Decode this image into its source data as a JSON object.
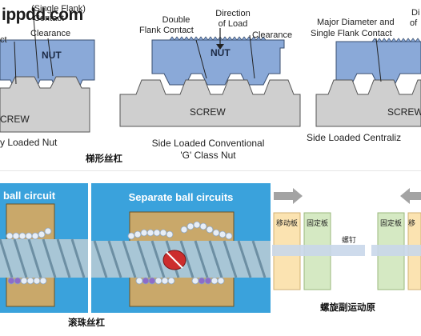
{
  "watermark": "ippdd.com",
  "trapezoid": {
    "panel1": {
      "labels": [
        "(Single Flank)",
        "Contact",
        "Clearance",
        "ct"
      ],
      "nut": "NUT",
      "screw": "CREW",
      "caption": "y Loaded Nut"
    },
    "panel2": {
      "labels": [
        "Double",
        "Flank Contact",
        "Direction",
        "of Load",
        "Clearance"
      ],
      "nut": "NUT",
      "screw": "SCREW",
      "caption_line1": "Side Loaded Conventional",
      "caption_line2": "'G' Class Nut"
    },
    "panel3": {
      "labels": [
        "Major Diameter and",
        "Single Flank Contact",
        "Di",
        "of"
      ],
      "screw": "SCREW",
      "caption": "Side Loaded Centraliz"
    },
    "section_title": "梯形丝杠"
  },
  "ballscrew": {
    "panel1_title": "ball circuit",
    "panel2_title": "Separate ball circuits",
    "section_title": "滚珠丝杠"
  },
  "motion": {
    "left_group": {
      "moving_plate": "移动板",
      "fixed_plate": "固定板",
      "screw": "螺钉"
    },
    "right_group": {
      "fixed_plate": "固定板",
      "moving_plate": "移"
    },
    "section_title": "螺旋副运动原"
  },
  "colors": {
    "nut": "#8aa9d8",
    "screw": "#cfcfcf",
    "ball_panel": "#3aa2dc",
    "moving_plate": "#fbe3b1",
    "fixed_plate": "#d5e9c3",
    "screw_band": "#c9d7ea",
    "arrow": "#a3a3a3"
  }
}
